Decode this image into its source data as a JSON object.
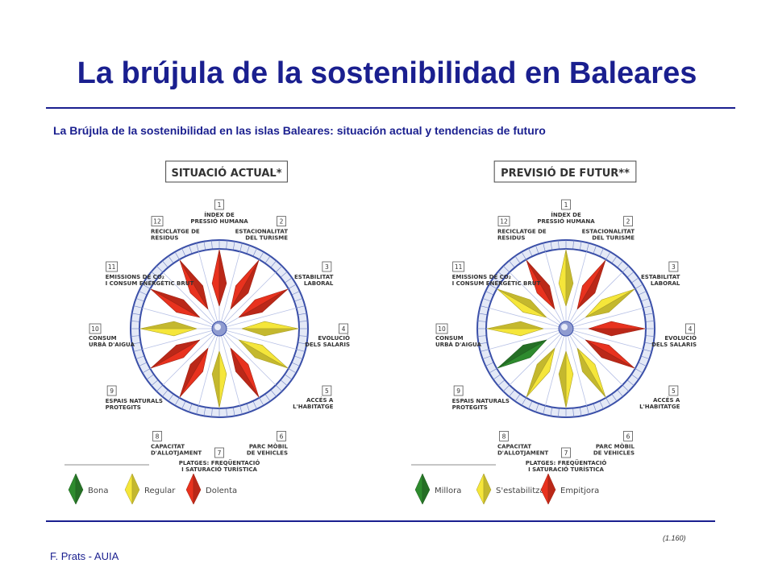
{
  "title": "La brújula de la sostenibilidad en Baleares",
  "subtitle": "La Brújula de la sostenibilidad en las islas Baleares: situación actual y tendencias de futuro",
  "footer": "F. Prats - AUIA",
  "slide_number": "(1.160)",
  "colors": {
    "green": "#2e8b2e",
    "yellow": "#f5e63a",
    "red": "#e8321e",
    "ring": "#3a4fa8",
    "title": "#1a1f8f"
  },
  "indicators": [
    {
      "number": "1",
      "label": [
        "ÍNDEX DE",
        "PRESSIÓ HUMANA"
      ]
    },
    {
      "number": "2",
      "label": [
        "ESTACIONALITAT",
        "DEL TURISME"
      ]
    },
    {
      "number": "3",
      "label": [
        "ESTABILITAT",
        "LABORAL"
      ]
    },
    {
      "number": "4",
      "label": [
        "EVOLUCIÓ",
        "DELS SALARIS"
      ]
    },
    {
      "number": "5",
      "label": [
        "ACCÉS A",
        "L'HABITATGE"
      ]
    },
    {
      "number": "6",
      "label": [
        "PARC MÒBIL",
        "DE VEHICLES"
      ]
    },
    {
      "number": "7",
      "label": [
        "PLATGES: FREQÜENTACIÓ",
        "I SATURACIÓ TURÍSTICA"
      ]
    },
    {
      "number": "8",
      "label": [
        "CAPACITAT",
        "D'ALLOTJAMENT"
      ]
    },
    {
      "number": "9",
      "label": [
        "ESPAIS NATURALS",
        "PROTEGITS"
      ]
    },
    {
      "number": "10",
      "label": [
        "CONSUM",
        "URBÀ D'AIGUA"
      ]
    },
    {
      "number": "11",
      "label": [
        "EMISSIONS DE CO₂",
        "I CONSUM ENERGÈTIC BRUT"
      ]
    },
    {
      "number": "12",
      "label": [
        "RECICLATGE DE",
        "RESIDUS"
      ]
    }
  ],
  "compasses": [
    {
      "id": "left",
      "heading": "SITUACIÓ ACTUAL*",
      "states": [
        "red",
        "red",
        "red",
        "yellow",
        "yellow",
        "red",
        "yellow",
        "red",
        "red",
        "yellow",
        "red",
        "red"
      ],
      "legend": [
        {
          "color": "green",
          "label": "Bona"
        },
        {
          "color": "yellow",
          "label": "Regular"
        },
        {
          "color": "red",
          "label": "Dolenta"
        }
      ]
    },
    {
      "id": "right",
      "heading": "PREVISIÓ DE FUTUR**",
      "states": [
        "yellow",
        "red",
        "yellow",
        "red",
        "red",
        "yellow",
        "yellow",
        "yellow",
        "green",
        "yellow",
        "yellow",
        "red"
      ],
      "legend": [
        {
          "color": "green",
          "label": "Millora"
        },
        {
          "color": "yellow",
          "label": "S'estabilitza"
        },
        {
          "color": "red",
          "label": "Empitjora"
        }
      ]
    }
  ]
}
